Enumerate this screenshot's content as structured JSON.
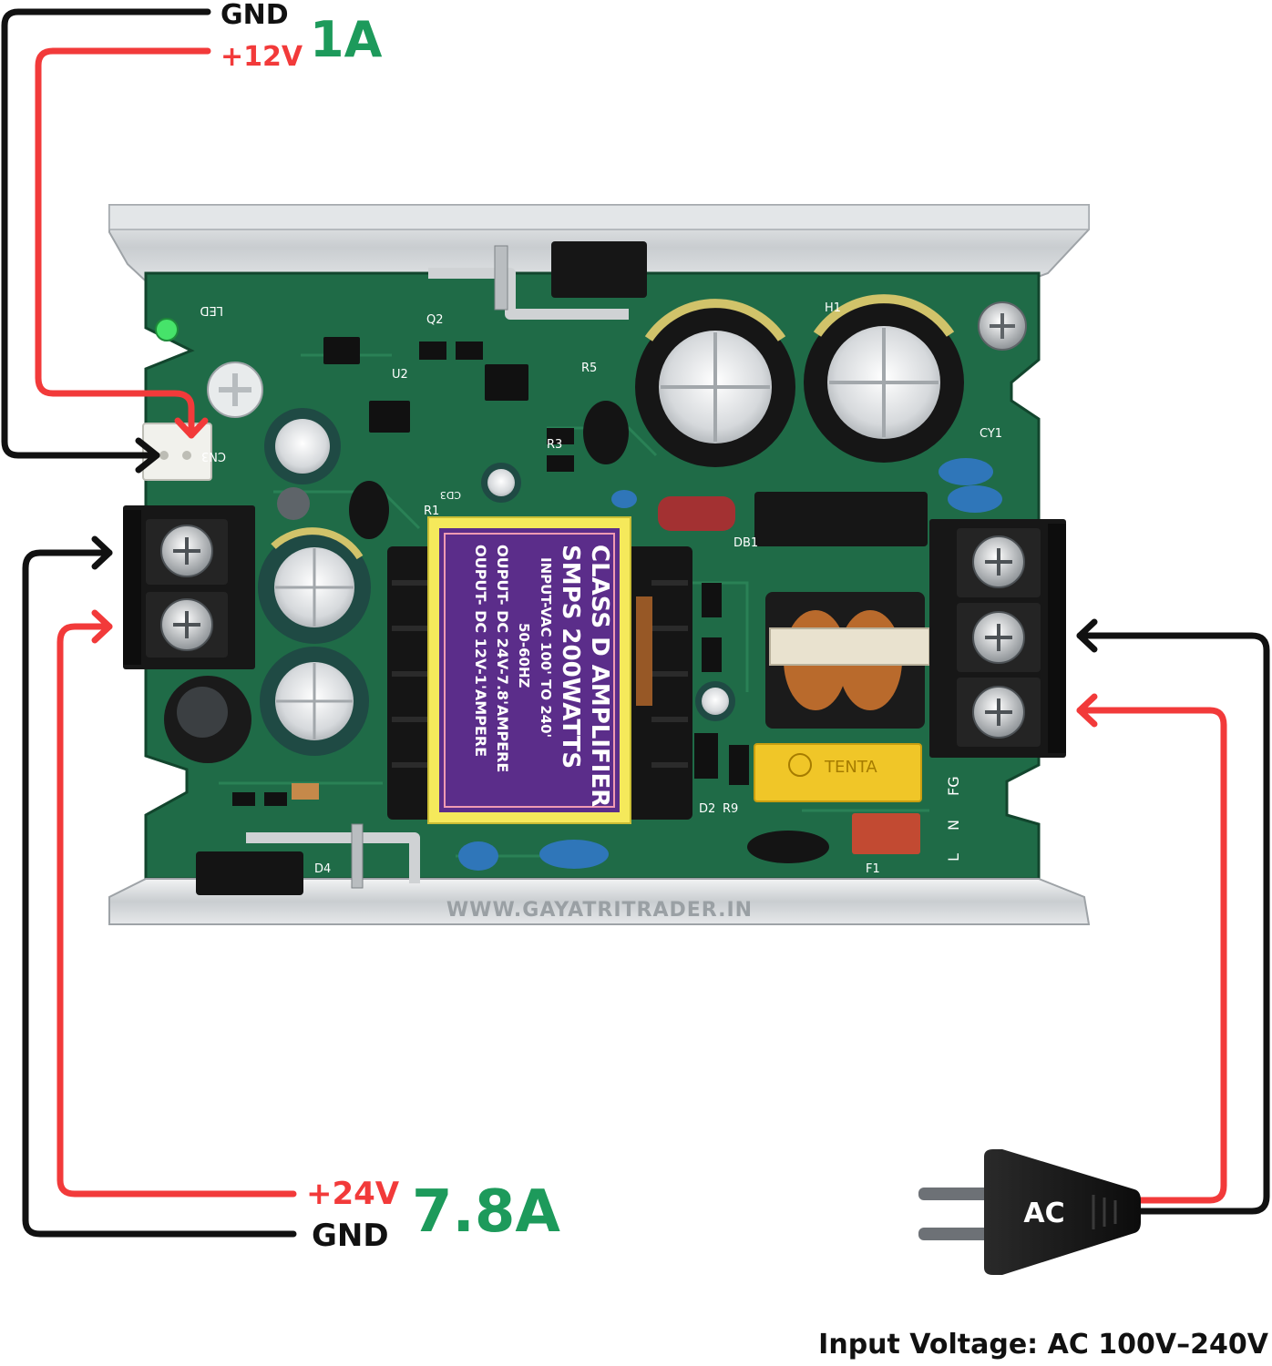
{
  "outputs": {
    "low": {
      "gnd_label": "GND",
      "pos_label": "+12V",
      "current": "1A"
    },
    "high": {
      "pos_label": "+24V",
      "gnd_label": "GND",
      "current": "7.8A"
    }
  },
  "input": {
    "plug_label": "AC",
    "caption": "Input Voltage: AC 100V–240V"
  },
  "board": {
    "sticker": {
      "line1": "CLASS D AMPLIFIER",
      "line2": "SMPS 200WATTS",
      "line3": "INPUT-VAC 100' TO 240'",
      "line4": "50-60HZ",
      "line5": "OUPUT- DC 24V-7.8'AMPERE",
      "line6": "OUPUT- DC 12V-1'AMPERE"
    },
    "watermark": "WWW.GAYATRITRADER.IN",
    "capacitor_brand": "TENTA",
    "terminal_labels": [
      "L",
      "N",
      "FG"
    ],
    "silkscreen": {
      "cn3": "CN3",
      "led": "LED",
      "cy1": "CY1",
      "cd3": "CD3",
      "u2": "U2",
      "q2": "Q2",
      "r1": "R1",
      "r3": "R3",
      "r5": "R5",
      "r9": "R9",
      "d2": "D2",
      "d4": "D4",
      "db1": "DB1",
      "f1": "F1",
      "h1": "H1"
    }
  },
  "colors": {
    "wire_pos": "#f23a3a",
    "wire_gnd": "#111111",
    "current_text": "#1d9a5b",
    "pcb": "#1f6b47",
    "heatsink": "#d9dcde"
  }
}
